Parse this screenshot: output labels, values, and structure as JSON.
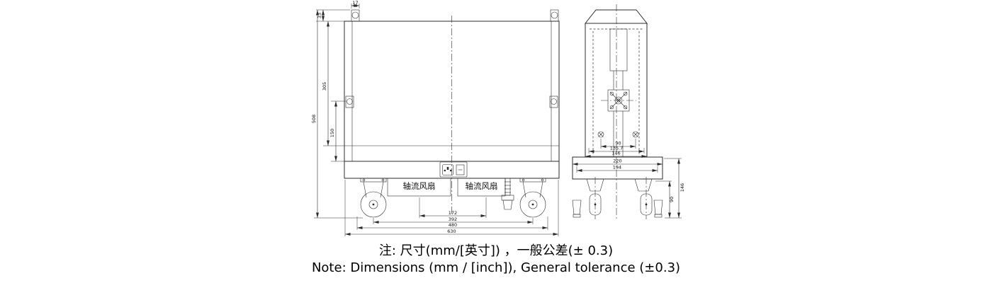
{
  "drawing_type": "engineering-cad-two-views",
  "colors": {
    "line": "#2b2b2b",
    "text": "#000000",
    "background": "#ffffff"
  },
  "front_view": {
    "fan_labels": [
      "轴流风扇",
      "轴流风扇"
    ],
    "dimensions": {
      "lug_width": "17",
      "lug_height": "33",
      "overall_height": "508",
      "body_height": "305",
      "lower_height": "150",
      "fan_spacing": "172",
      "caster_spacing": "392",
      "outer_spacing": "480",
      "overall_width": "630"
    }
  },
  "side_view": {
    "dimensions": {
      "bolt_spacing": "90",
      "inner_width": "135.7",
      "body_depth": "146",
      "base_depth": "220",
      "caster_spacing": "194",
      "base_height": "146",
      "caster_height": "90"
    }
  },
  "notes": {
    "zh": "注: 尺寸(mm/[英寸]) ，一般公差(± 0.3)",
    "en": "Note: Dimensions (mm / [inch]), General tolerance (±0.3)"
  }
}
